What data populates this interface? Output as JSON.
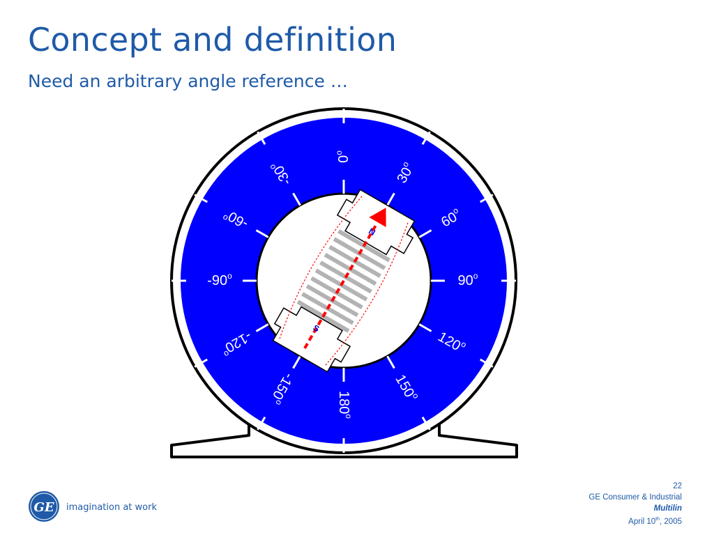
{
  "slide": {
    "title": "Concept and definition",
    "subtitle": "Need an arbitrary angle reference …"
  },
  "diagram": {
    "angle_labels": [
      "0",
      "30",
      "60",
      "90",
      "120",
      "150",
      "180",
      "-150",
      "-120",
      "-90",
      "-60",
      "-30"
    ],
    "degree_symbol": "o",
    "north_label": "N",
    "south_label": "S",
    "colors": {
      "dial": "#0000ff",
      "needle": "#ff0000",
      "label": "#ffffff",
      "pole": "#0000cc"
    }
  },
  "footer": {
    "tagline": "imagination at work",
    "page_number": "22",
    "company": "GE Consumer & Industrial",
    "brand": "Multilin",
    "date_prefix": "April 10",
    "date_suffix": "th",
    "date_year": ", 2005"
  },
  "logo": {
    "text": "GE"
  }
}
